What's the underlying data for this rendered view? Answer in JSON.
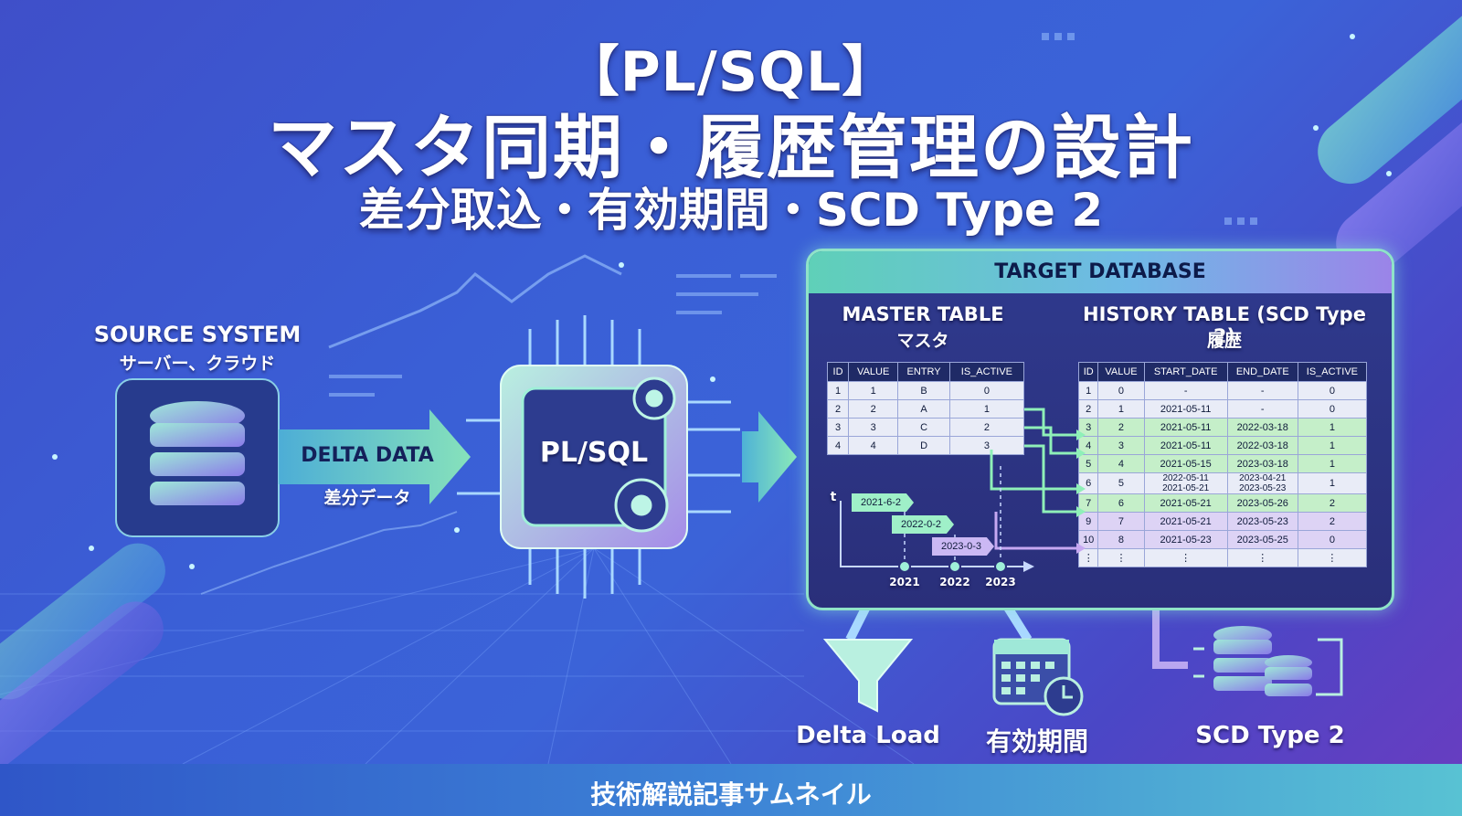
{
  "title": {
    "line1": "【PL/SQL】",
    "line2": "マスタ同期・履歴管理の設計",
    "line3": "差分取込・有効期間・SCD Type 2"
  },
  "source": {
    "title": "SOURCE SYSTEM",
    "subtitle": "サーバー、クラウド"
  },
  "delta": {
    "title": "DELTA DATA",
    "subtitle": "差分データ"
  },
  "plsql": {
    "label": "PL/SQL"
  },
  "target": {
    "title": "TARGET DATABASE"
  },
  "master": {
    "title": "MASTER TABLE",
    "subtitle": "マスタ",
    "columns": [
      "ID",
      "VALUE",
      "ENTRY",
      "IS_ACTIVE"
    ],
    "rows": [
      [
        "1",
        "1",
        "B",
        "0"
      ],
      [
        "2",
        "2",
        "A",
        "1"
      ],
      [
        "3",
        "3",
        "C",
        "2"
      ],
      [
        "4",
        "4",
        "D",
        "3"
      ]
    ]
  },
  "history": {
    "title": "HISTORY TABLE (SCD Type 2)",
    "subtitle": "履歴",
    "columns": [
      "ID",
      "VALUE",
      "START_DATE",
      "END_DATE",
      "IS_ACTIVE"
    ],
    "rows": [
      [
        "1",
        "0",
        "-",
        "-",
        "0"
      ],
      [
        "2",
        "1",
        "2021-05-11",
        "-",
        "0"
      ],
      [
        "3",
        "2",
        "2021-05-11",
        "2022-03-18",
        "1"
      ],
      [
        "4",
        "3",
        "2021-05-11",
        "2022-03-18",
        "1"
      ],
      [
        "5",
        "4",
        "2021-05-15",
        "2023-03-18",
        "1"
      ],
      [
        "6",
        "5",
        "2022-05-11",
        "2023-04-21",
        "1"
      ],
      [
        "7",
        "6",
        "2021-05-21",
        "2023-05-26",
        "2"
      ],
      [
        "9",
        "7",
        "2021-05-21",
        "2023-05-23",
        "2"
      ],
      [
        "10",
        "8",
        "2021-05-23",
        "2023-05-25",
        "0"
      ],
      [
        "⋮",
        "⋮",
        "⋮",
        "⋮",
        "⋮"
      ]
    ],
    "row6_extra": {
      "start": "2021-05-21",
      "end": "2023-05-23"
    }
  },
  "timeline": {
    "axis_label": "t",
    "events": [
      "2021-6-2",
      "2022-0-2",
      "2023-0-3"
    ],
    "years": [
      "2021",
      "2022",
      "2023"
    ]
  },
  "bottom": {
    "delta_load": "Delta Load",
    "valid_period": "有効期間",
    "scd": "SCD Type 2"
  },
  "footer": "技術解説記事サムネイル",
  "colors": {
    "accent_green": "#8fe3c8",
    "accent_purple": "#b9a6f0",
    "bg_blue": "#3b63d8"
  }
}
